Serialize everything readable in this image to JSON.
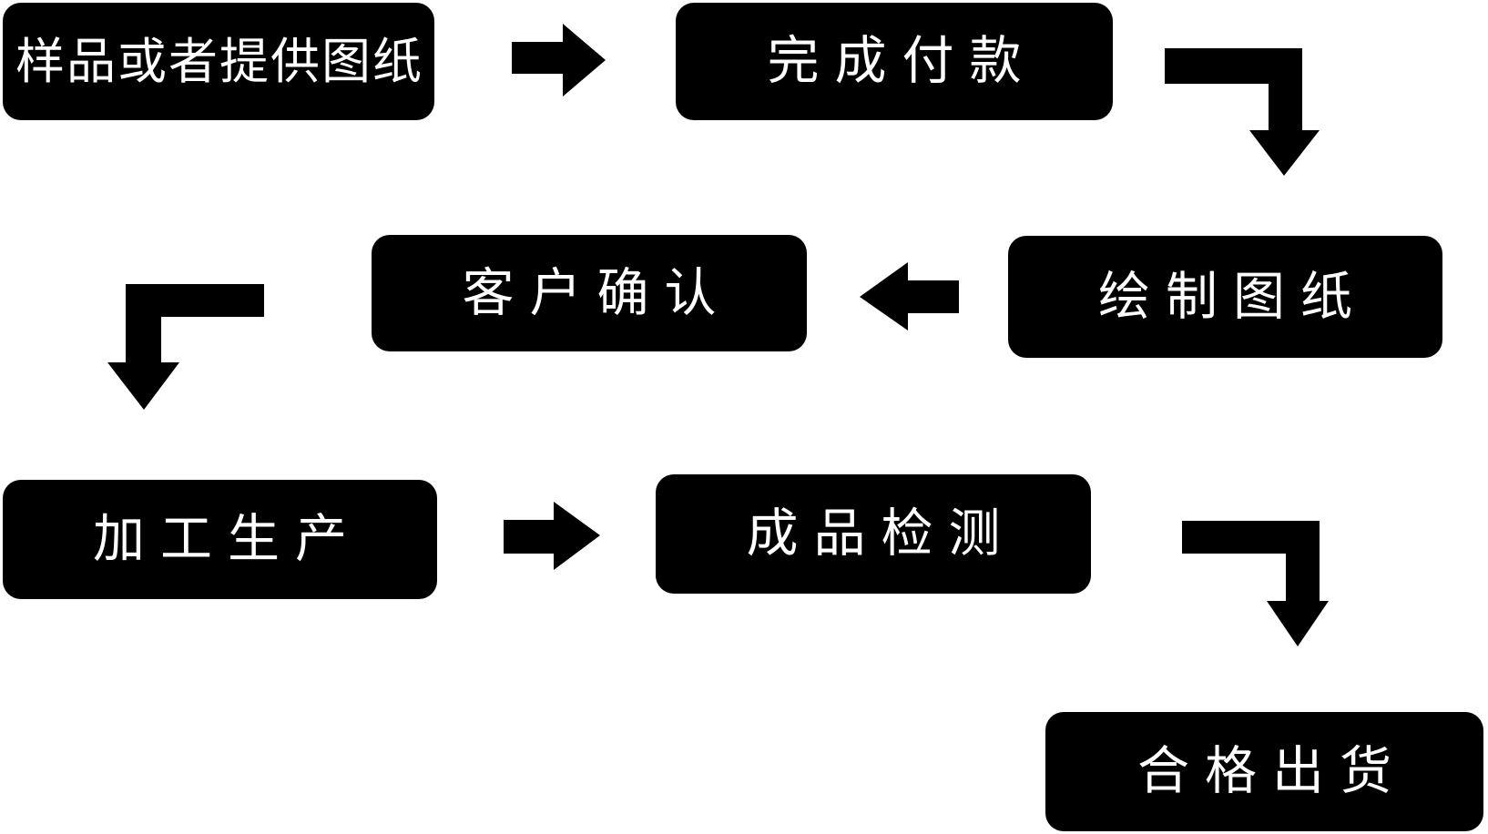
{
  "colors": {
    "background": "#ffffff",
    "node_fill": "#000000",
    "node_text": "#ffffff",
    "arrow": "#000000"
  },
  "nodes": [
    {
      "label": "样品或者提供图纸"
    },
    {
      "label": "完成付款"
    },
    {
      "label": "客户确认"
    },
    {
      "label": "绘制图纸"
    },
    {
      "label": "加工生产"
    },
    {
      "label": "成品检测"
    },
    {
      "label": "合格出货"
    }
  ],
  "arrows": [
    {
      "icon": "arrow-right-icon",
      "direction": "right",
      "from": "样品或者提供图纸",
      "to": "完成付款"
    },
    {
      "icon": "arrow-elbow-down-icon",
      "direction": "right-then-down",
      "from": "完成付款",
      "to": "绘制图纸"
    },
    {
      "icon": "arrow-left-icon",
      "direction": "left",
      "from": "绘制图纸",
      "to": "客户确认"
    },
    {
      "icon": "arrow-elbow-down-icon",
      "direction": "left-then-down",
      "from": "客户确认",
      "to": "加工生产"
    },
    {
      "icon": "arrow-right-icon",
      "direction": "right",
      "from": "加工生产",
      "to": "成品检测"
    },
    {
      "icon": "arrow-elbow-down-icon",
      "direction": "right-then-down",
      "from": "成品检测",
      "to": "合格出货"
    }
  ]
}
